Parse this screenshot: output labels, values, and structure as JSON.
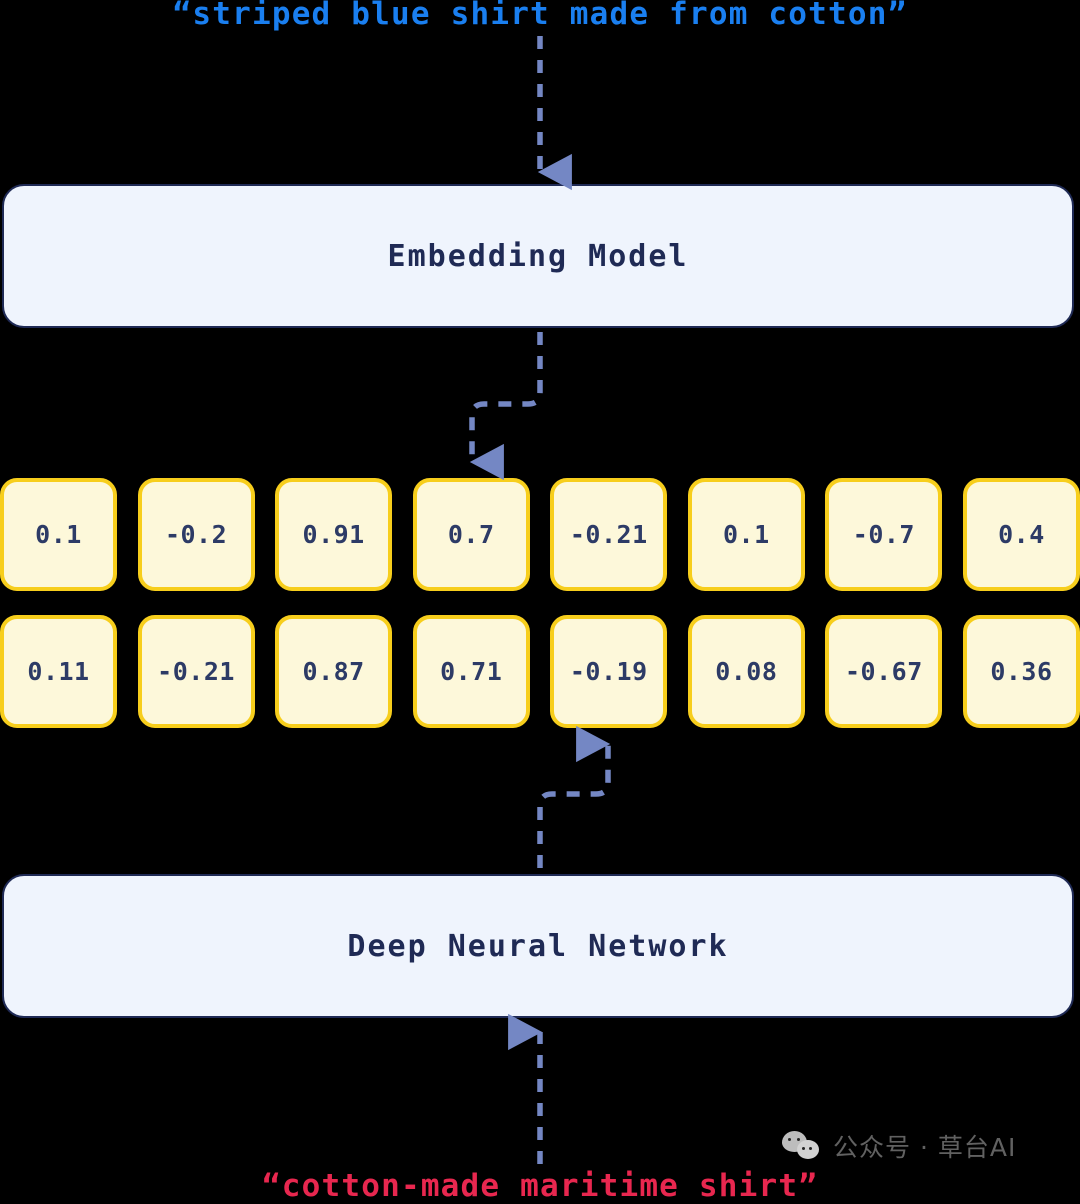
{
  "background_color": "#000000",
  "query": {
    "caption": "“striped blue shirt made from cotton”",
    "color": "#1a7ff0"
  },
  "document": {
    "caption": "“cotton-made maritime shirt”",
    "color": "#e8274f"
  },
  "models": {
    "embedding_model_label": "Embedding Model",
    "dnn_label": "Deep Neural Network",
    "box_fill": "#eff4fd",
    "box_border": "#1f2a55",
    "label_color": "#1f2a55"
  },
  "vectors": {
    "cell_fill": "#fdf8da",
    "cell_border": "#f7ce1c",
    "cell_text_color": "#2d3b66",
    "query_embedding": [
      "0.1",
      "-0.2",
      "0.91",
      "0.7",
      "-0.21",
      "0.1",
      "-0.7",
      "0.4"
    ],
    "document_embedding": [
      "0.11",
      "-0.21",
      "0.87",
      "0.71",
      "-0.19",
      "0.08",
      "-0.67",
      "0.36"
    ]
  },
  "arrows": {
    "color": "#7487c4",
    "style": "dashed",
    "query_to_model": "query caption down into Embedding Model",
    "model_to_vector": "Embedding Model down, left, into query vector cell 4",
    "dnn_to_vector": "Deep Neural Network up, right, into document vector cell 5",
    "document_to_dnn": "document caption up into Deep Neural Network"
  },
  "watermark": {
    "text": "公众号 · 草台AI",
    "icon": "wechat-icon",
    "color": "#6f6f6f"
  }
}
